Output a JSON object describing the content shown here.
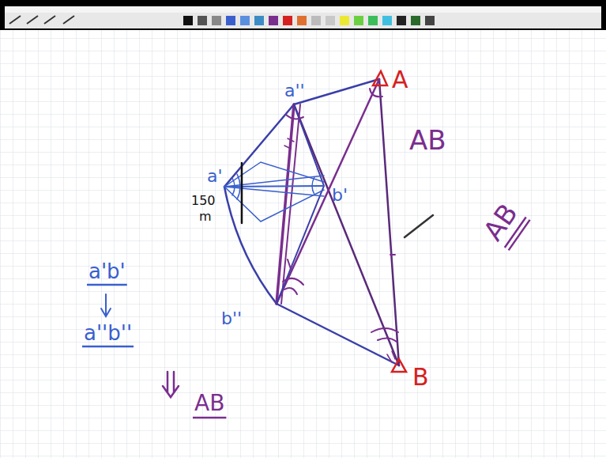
{
  "diagram": {
    "labels": [
      "A",
      "B",
      "a''",
      "a'",
      "b'",
      "AB",
      "AB",
      "a'b'",
      "a''b''",
      "AB",
      "b''",
      "150",
      "m"
    ]
  }
}
